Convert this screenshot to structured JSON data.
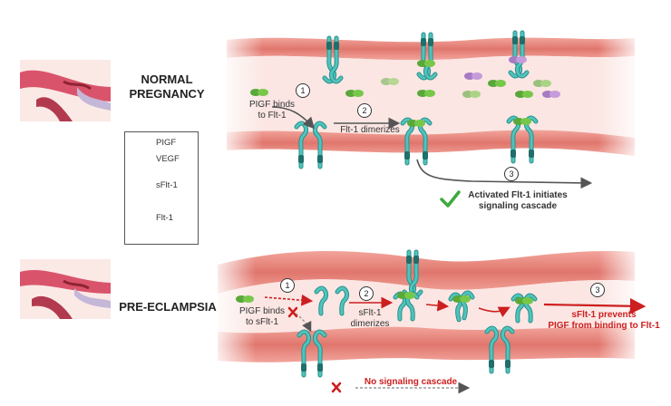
{
  "normal": {
    "title_line1": "NORMAL",
    "title_line2": "PREGNANCY",
    "step1_num": "1",
    "step1_line1": "PIGF binds",
    "step1_line2": "to Flt-1",
    "step2_num": "2",
    "step2_text": "Flt-1 dimerizes",
    "step3_num": "3",
    "step3_line1": "Activated Flt-1 initiates",
    "step3_line2": "signaling cascade"
  },
  "legend": {
    "items": [
      "PIGF",
      "VEGF",
      "sFlt-1",
      "Flt-1"
    ]
  },
  "preeclampsia": {
    "title": "PRE-ECLAMPSIA",
    "step1_num": "1",
    "step1_line1": "PIGF binds",
    "step1_line2": "to sFlt-1",
    "step2_num": "2",
    "step2_line1": "sFlt-1",
    "step2_line2": "dimerizes",
    "step3_num": "3",
    "step3_line1": "sFlt-1 prevents",
    "step3_line2": "PIGF from binding to Flt-1",
    "no_signal": "No signaling cascade"
  },
  "colors": {
    "vessel_wall": "#e8877f",
    "vessel_lumen": "#fbe6e3",
    "teal": "#3fb3ad",
    "pigf_green": "#6bbf3a",
    "vegf_purple": "#b98ad0",
    "red_arrow": "#cc1f1f"
  }
}
